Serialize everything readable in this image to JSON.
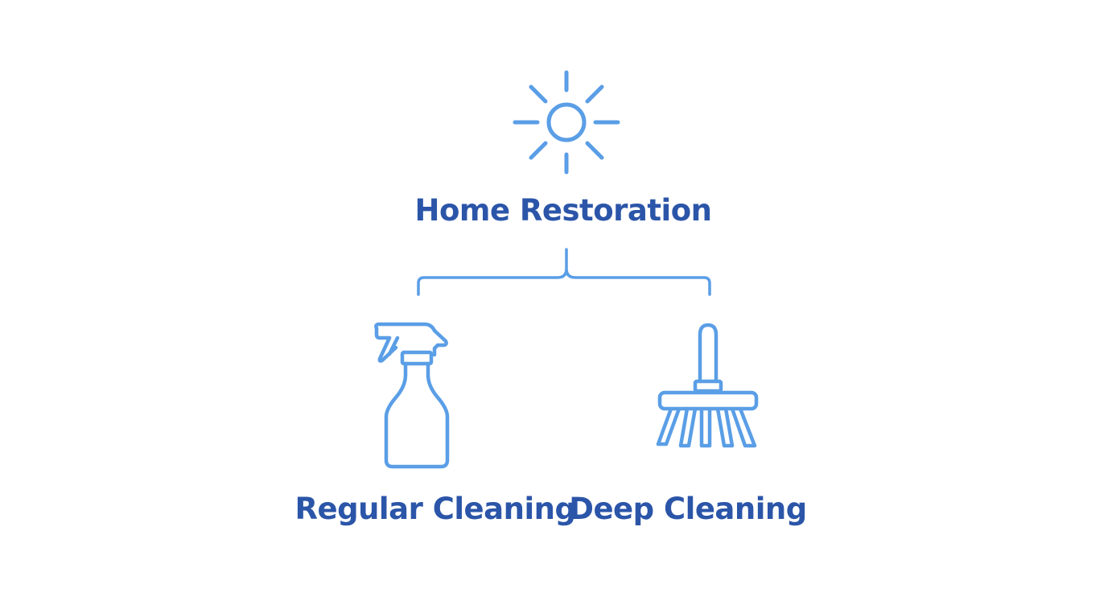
{
  "root": {
    "title": "Home Restoration",
    "icon": "sun-icon"
  },
  "children": [
    {
      "label": "Regular Cleaning",
      "icon": "spray-bottle-icon"
    },
    {
      "label": "Deep Cleaning",
      "icon": "scrub-brush-icon"
    }
  ],
  "colors": {
    "icon_stroke": "#5a9ee6",
    "text": "#2b55a8",
    "background": "#ffffff"
  }
}
